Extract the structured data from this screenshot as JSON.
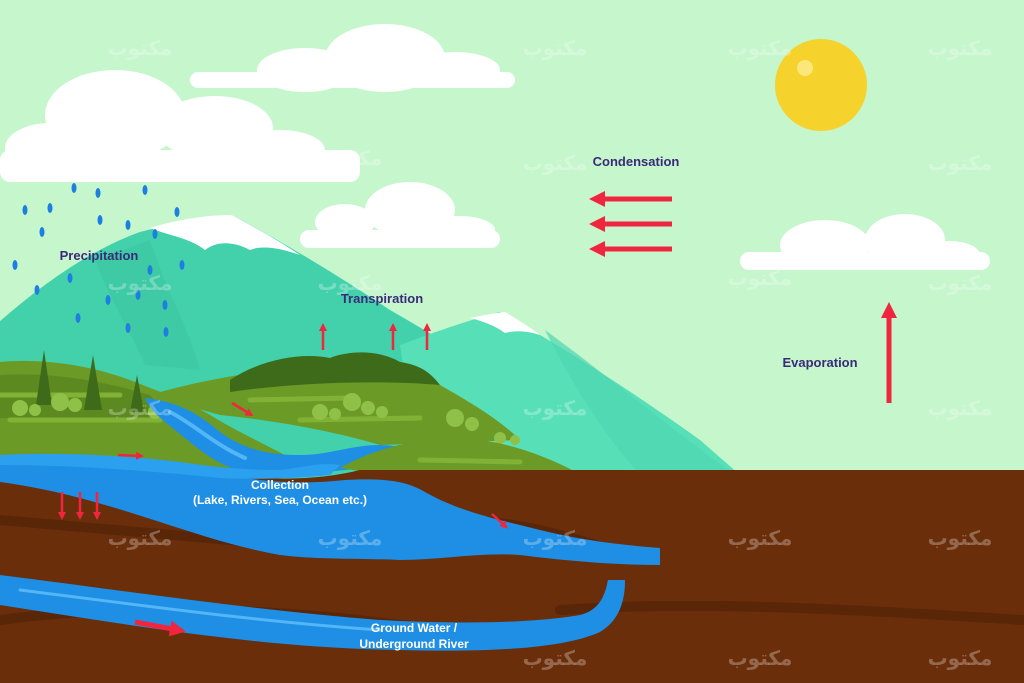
{
  "labels": {
    "precipitation": "Precipitation",
    "condensation": "Condensation",
    "transpiration": "Transpiration",
    "evaporation": "Evaporation",
    "collection_line1": "Collection",
    "collection_line2": "(Lake, Rivers, Sea, Ocean etc.)",
    "groundwater_line1": "Ground Water /",
    "groundwater_line2": "Underground River"
  },
  "colors": {
    "sky": "#c5f6cc",
    "sun": "#f6d22c",
    "mountain": "#45d3ae",
    "snow": "#ffffff",
    "grass": "#6c9a26",
    "water": "#1e8fe4",
    "soil": "#6b2e0a",
    "arrow": "#f0263f",
    "raindrop": "#1f7fe0",
    "label_dark": "#3b2a7a",
    "label_light": "#ffffff"
  },
  "watermark": "مكتوب"
}
